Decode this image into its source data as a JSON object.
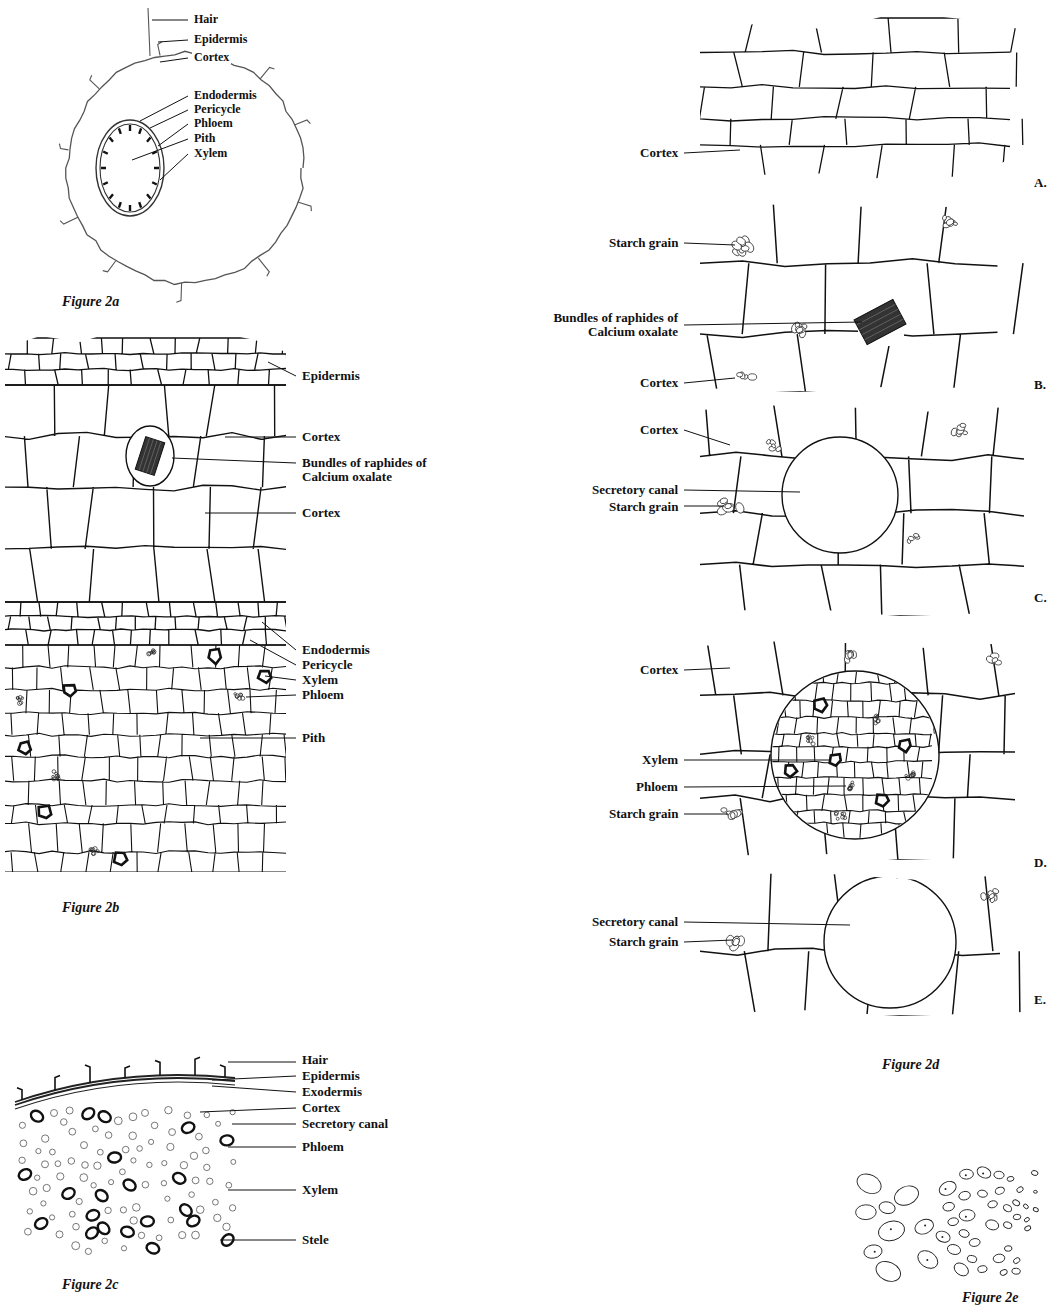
{
  "diagram": {
    "labels": [
      "Hair",
      "Epidermis",
      "Cortex",
      "Endodermis",
      "Pericycle",
      "Phloem",
      "Pith",
      "Xylem",
      "Figure 2a",
      "Epidermis",
      "Cortex",
      "Bundles of raphides of Calcium oxalate",
      "Cortex",
      "Endodermis",
      "Pericycle",
      "Xylem",
      "Phloem",
      "Pith",
      "Figure 2b",
      "Hair",
      "Epidermis",
      "Exodermis",
      "Cortex",
      "Secretory canal",
      "Phloem",
      "Xylem",
      "Stele",
      "Figure 2c",
      "Cortex",
      "A.",
      "Starch grain",
      "Bundles of raphides of Calcium oxalate",
      "Cortex",
      "B.",
      "Cortex",
      "Secretory canal",
      "Starch grain",
      "C.",
      "Cortex",
      "Xylem",
      "Phloem",
      "Starch grain",
      "D.",
      "Secretory canal",
      "Starch grain",
      "E.",
      "Figure 2d",
      "Figure 2e"
    ]
  }
}
